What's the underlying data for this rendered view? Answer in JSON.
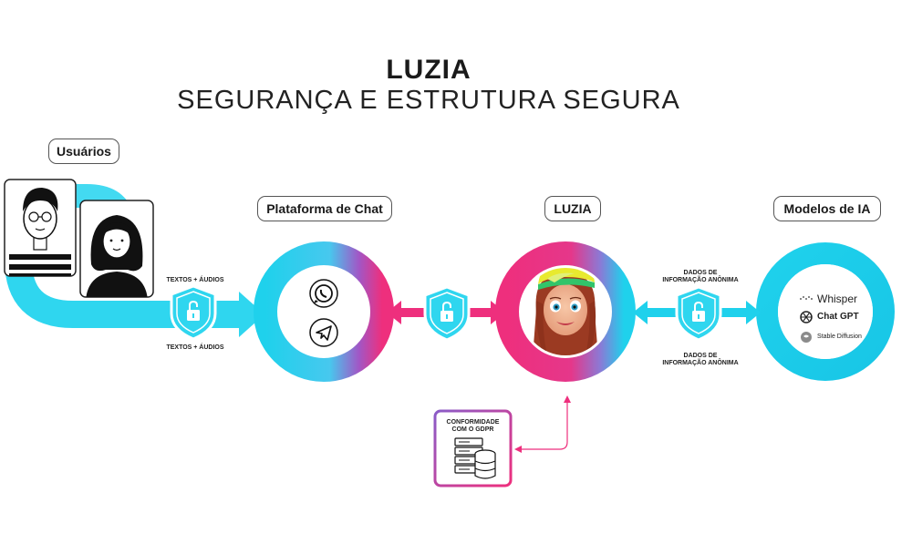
{
  "header": {
    "title": "LUZIA",
    "subtitle": "SEGURANÇA E ESTRUTURA SEGURA"
  },
  "nodes": {
    "users": "Usuários",
    "chat_platform": "Plataforma de Chat",
    "luzia": "LUZIA",
    "ai_models": "Modelos de IA"
  },
  "flows": {
    "users_top": "TEXTOS + ÁUDIOS",
    "users_bottom": "TEXTOS + ÁUDIOS",
    "ai_top_line1": "DADOS DE",
    "ai_top_line2": "INFORMAÇÃO ANÔNIMA",
    "ai_bottom_line1": "DADOS DE",
    "ai_bottom_line2": "INFORMAÇÃO ANÔNIMA"
  },
  "gdpr": {
    "line1": "CONFORMIDADE",
    "line2": "COM O GDPR"
  },
  "models": [
    {
      "name": "Whisper",
      "icon": "whisper-icon"
    },
    {
      "name": "Chat GPT",
      "icon": "openai-icon"
    },
    {
      "name": "Stable Diffusion",
      "icon": "stable-diffusion-icon"
    }
  ],
  "chat_apps": [
    {
      "icon": "whatsapp-icon"
    },
    {
      "icon": "telegram-icon"
    }
  ],
  "colors": {
    "cyan": "#1fd1ec",
    "pink": "#ee2f7d",
    "purple": "#8a5cc8"
  }
}
